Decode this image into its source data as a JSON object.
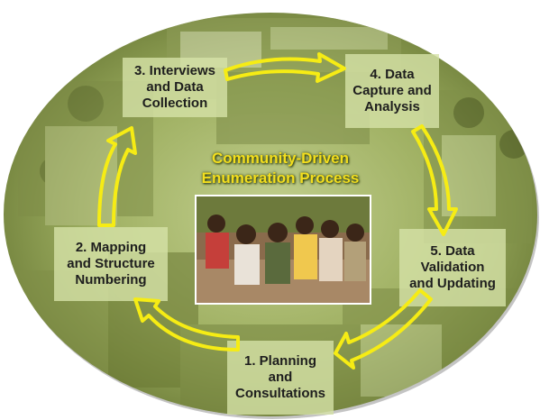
{
  "diagram": {
    "title": "Community-Driven\nEnumeration Process",
    "steps": [
      {
        "label": "1.  Planning\nand\nConsultations"
      },
      {
        "label": "2. Mapping\nand Structure\nNumbering"
      },
      {
        "label": "3. Interviews\nand Data\nCollection"
      },
      {
        "label": "4. Data\nCapture and\nAnalysis"
      },
      {
        "label": "5. Data\nValidation\nand Updating"
      }
    ],
    "colors": {
      "arrow": "#f6ec14",
      "box": "#d6e2a8",
      "oval": "#a8b86e",
      "title": "#f3de1e"
    }
  }
}
